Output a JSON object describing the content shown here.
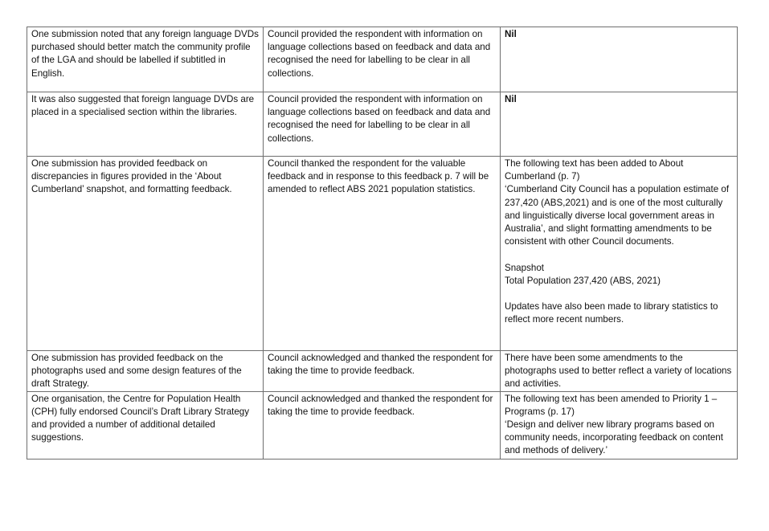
{
  "rows": [
    {
      "submission": "One submission noted that any foreign language DVDs purchased should better match the community profile of the LGA and should be labelled if subtitled in English.",
      "response": "Council provided the respondent with information on language collections based on feedback and data and recognised the need for labelling to be clear in all collections.",
      "amendment": "Nil"
    },
    {
      "submission": "It was also suggested that foreign language DVDs are placed in a specialised section within the libraries.",
      "response": "Council provided the respondent with information on language collections based on feedback and data and recognised the need for labelling to be clear in all collections.",
      "amendment": "Nil"
    },
    {
      "submission": "One submission has provided feedback on discrepancies in figures provided in the ‘About Cumberland’ snapshot, and formatting feedback.",
      "response": "Council thanked the respondent for the valuable feedback and in response to this feedback p. 7 will be amended to reflect ABS 2021 population statistics.",
      "amendment": "The following text has been added to About Cumberland (p. 7)\n‘Cumberland City Council has a population estimate of 237,420 (ABS,2021) and is one of the most culturally and linguistically diverse local government areas in Australia’, and slight formatting amendments to be consistent with other Council documents.\n\nSnapshot\nTotal Population 237,420 (ABS, 2021)\n\nUpdates have also been made to library statistics to reflect more recent numbers."
    },
    {
      "submission": "One submission has provided feedback on the photographs used and some design features of the draft Strategy.",
      "response": "Council acknowledged and thanked the respondent for taking the time to provide feedback.",
      "amendment": "There have been some amendments to the photographs used to better reflect a variety of locations and activities."
    },
    {
      "submission": "One organisation, the Centre for Population Health (CPH) fully endorsed Council’s Draft Library Strategy and provided a number of additional detailed suggestions.",
      "response": "Council acknowledged and thanked the respondent for taking the time to provide feedback.",
      "amendment": "The following text has been amended to Priority 1 – Programs (p. 17)\n‘Design and deliver new library programs based on community needs, incorporating feedback on content and methods of delivery.’"
    }
  ]
}
